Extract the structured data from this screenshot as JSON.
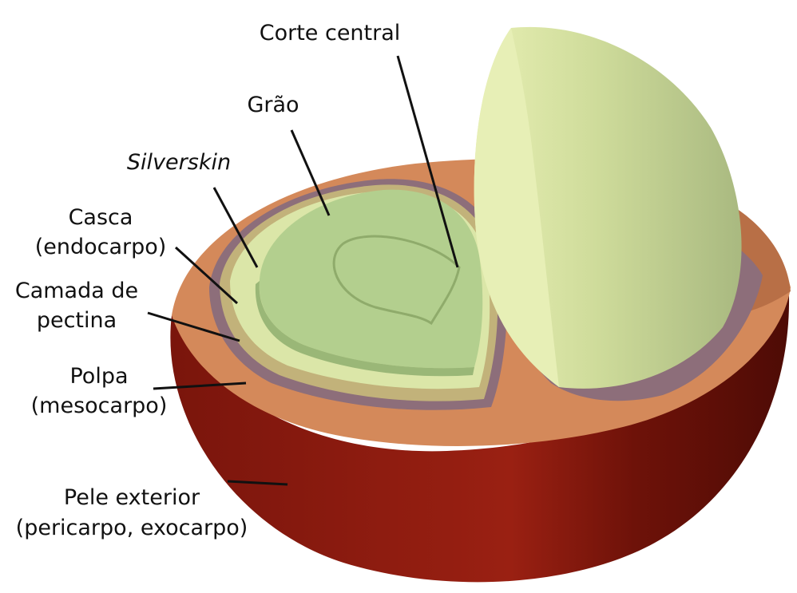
{
  "diagram": {
    "labels": {
      "corte_central": "Corte central",
      "grao": "Grão",
      "silverskin": "Silverskin",
      "casca_line1": "Casca",
      "casca_line2": "(endocarpo)",
      "pectina_line1": "Camada de",
      "pectina_line2": "pectina",
      "polpa_line1": "Polpa",
      "polpa_line2": "(mesocarpo)",
      "pele_line1": "Pele exterior",
      "pele_line2": "(pericarpo, exocarpo)"
    },
    "colors": {
      "skin_red": "#8b1a0f",
      "skin_dark": "#5a0d07",
      "pulp": "#d4895a",
      "pectin": "#8d6e7a",
      "parchment": "#c2b27a",
      "silverskin": "#dbe6a8",
      "bean": "#b3cf8e",
      "bean_half": "#d4e0a0",
      "leader_line": "#111111"
    }
  }
}
